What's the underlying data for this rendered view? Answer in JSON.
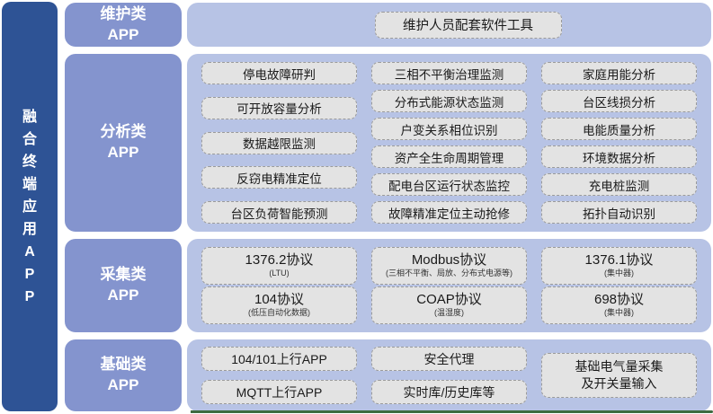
{
  "sidebar": {
    "label": "融合终端应用APP"
  },
  "categories": [
    {
      "line1": "维护类",
      "line2": "APP"
    },
    {
      "line1": "分析类",
      "line2": "APP"
    },
    {
      "line1": "采集类",
      "line2": "APP"
    },
    {
      "line1": "基础类",
      "line2": "APP"
    }
  ],
  "maintain": {
    "item": "维护人员配套软件工具"
  },
  "analysis": {
    "col1": [
      "停电故障研判",
      "可开放容量分析",
      "数据越限监测",
      "反窃电精准定位",
      "台区负荷智能预测"
    ],
    "col2": [
      "三相不平衡治理监测",
      "分布式能源状态监测",
      "户变关系相位识别",
      "资产全生命周期管理",
      "配电台区运行状态监控",
      "故障精准定位主动抢修"
    ],
    "col3": [
      "家庭用能分析",
      "台区线损分析",
      "电能质量分析",
      "环境数据分析",
      "充电桩监测",
      "拓扑自动识别"
    ]
  },
  "collect": {
    "col1": [
      {
        "title": "1376.2协议",
        "sub": "(LTU)"
      },
      {
        "title": "104协议",
        "sub": "(低压自动化数据)"
      }
    ],
    "col2": [
      {
        "title": "Modbus协议",
        "sub": "(三相不平衡、局放、分布式电源等)"
      },
      {
        "title": "COAP协议",
        "sub": "(温湿度)"
      }
    ],
    "col3": [
      {
        "title": "1376.1协议",
        "sub": "(集中器)"
      },
      {
        "title": "698协议",
        "sub": "(集中器)"
      }
    ]
  },
  "base": {
    "col1": [
      "104/101上行APP",
      "MQTT上行APP"
    ],
    "col2": [
      "安全代理",
      "实时库/历史库等"
    ],
    "col3": {
      "line1": "基础电气量采集",
      "line2": "及开关量输入"
    }
  },
  "colors": {
    "sidebar_bg": "#2E5395",
    "category_bg": "#8494CE",
    "panel_bg": "#B7C3E5",
    "item_bg": "#E3E3E3",
    "item_border": "#9B9B9B",
    "accent_green": "#3E6B41",
    "text_dark": "#1A1A1A",
    "text_white": "#FFFFFF"
  }
}
